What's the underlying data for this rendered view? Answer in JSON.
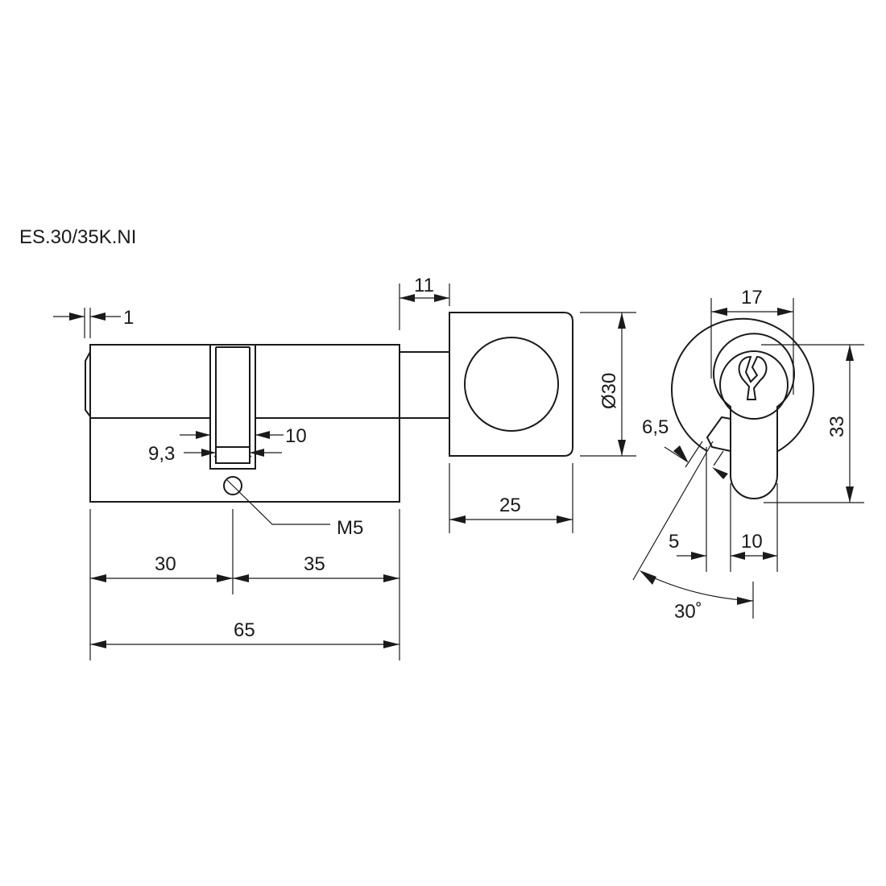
{
  "title": "ES.30/35K.NI",
  "dimensions": {
    "nose_offset": "1",
    "knob_offset": "11",
    "cam_width_outer": "10",
    "cam_width_inner": "9,3",
    "screw_thread": "M5",
    "left_length": "30",
    "right_length": "35",
    "total_length": "65",
    "knob_length": "25",
    "knob_diameter": "Ø30",
    "profile_width": "17",
    "profile_height": "33",
    "cam_thickness": "6,5",
    "cam_offset": "5",
    "slot_width": "10",
    "cam_angle": "30˚"
  }
}
